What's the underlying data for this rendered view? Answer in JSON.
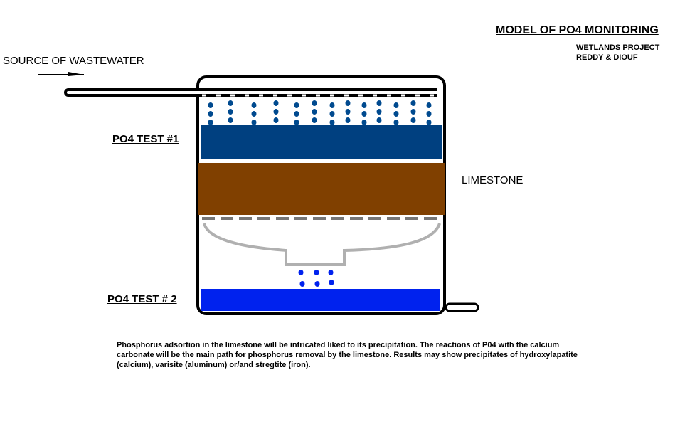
{
  "title": "MODEL OF PO4  MONITORING",
  "subtitle_line1": "WETLANDS PROJECT",
  "subtitle_line2": "REDDY & DIOUF",
  "source_label": "SOURCE OF WASTEWATER",
  "test1_label": "PO4 TEST #1",
  "test2_label": "PO4 TEST # 2",
  "limestone_label": "LIMESTONE",
  "description": "Phosphorus adsortion in the limestone will be intricated liked to its precipitation. The reactions of P04 with the calcium carbonate will be the main path for phosphorus removal by the limestone. Results may show precipitates of hydroxylapatite (calcium), varisite (aluminum) or/and stregtite (iron).",
  "colors": {
    "water_top": "#004080",
    "limestone": "#804000",
    "water_bottom": "#0022ee",
    "drops_top": "#004a8f",
    "drops_bottom": "#0022ee",
    "filter": "#b0b0b0"
  }
}
